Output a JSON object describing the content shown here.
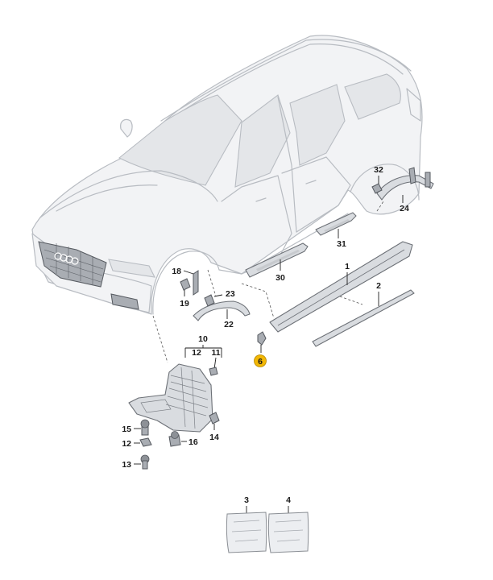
{
  "callouts": {
    "c1": "1",
    "c2": "2",
    "c3": "3",
    "c4": "4",
    "c6": "6",
    "c10": "10",
    "c11": "11",
    "c12a": "12",
    "c12b": "12",
    "c13": "13",
    "c14": "14",
    "c15": "15",
    "c16": "16",
    "c18": "18",
    "c19": "19",
    "c22": "22",
    "c23": "23",
    "c24": "24",
    "c30": "30",
    "c31": "31",
    "c32": "32"
  },
  "highlight": {
    "color": "#f2b705"
  }
}
